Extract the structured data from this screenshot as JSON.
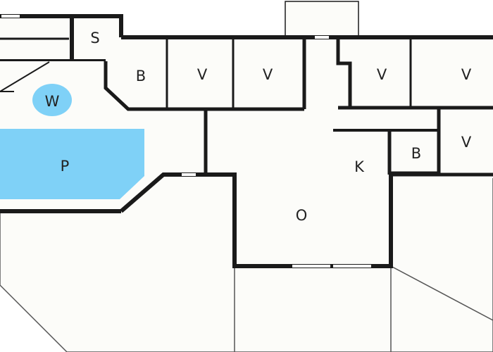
{
  "colors": {
    "background": "#ffffff",
    "floor": "#fcfcf9",
    "wall": "#1a1a1a",
    "water": "#7fd1f7",
    "window": "#ffffff"
  },
  "rooms": {
    "s": "S",
    "w": "W",
    "p": "P",
    "b1": "B",
    "v1": "V",
    "v2": "V",
    "v3": "V",
    "v4": "V",
    "b2": "B",
    "v5": "V",
    "k": "K",
    "o": "O"
  }
}
